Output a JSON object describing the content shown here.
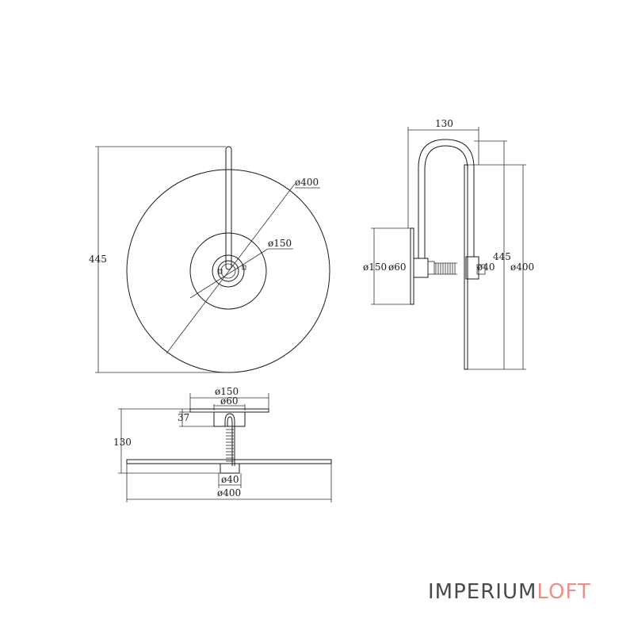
{
  "views": {
    "front": {
      "height_label": "445",
      "outer_dia_label": "ø400",
      "inner_dia_label": "ø150"
    },
    "side": {
      "depth_label": "130",
      "base_dia_label": "ø150",
      "base_inner_label": "ø60",
      "height_label": "445",
      "tube_dia_label": "ø40",
      "disc_dia_label": "ø400"
    },
    "top": {
      "base_dia_label": "ø150",
      "base_inner_label": "ø60",
      "base_depth_label": "37",
      "depth_label": "130",
      "tube_dia_label": "ø40",
      "disc_dia_label": "ø400"
    }
  },
  "brand": {
    "part1": "IMPERIUM",
    "part2": "LOFT",
    "color1": "#4a4a4a",
    "color2": "#e8918b"
  }
}
